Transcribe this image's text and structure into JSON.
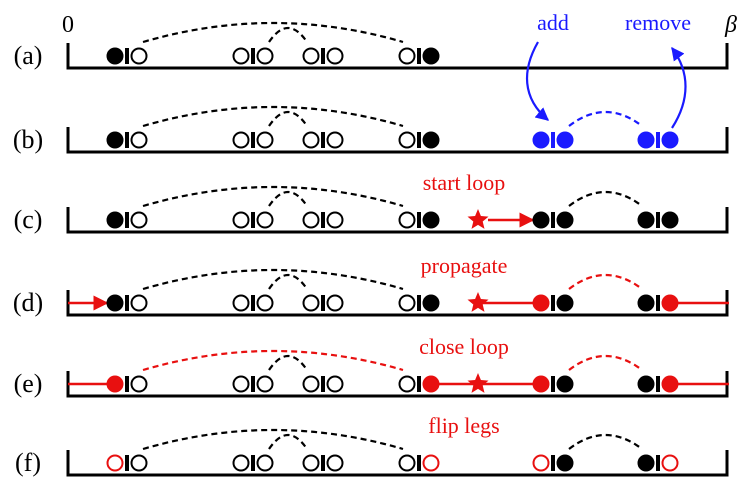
{
  "axis": {
    "start_label": "0",
    "end_label": "β"
  },
  "colors": {
    "black": "#000000",
    "blue": "#1a1aff",
    "red": "#e81010"
  },
  "rows": [
    {
      "label": "(a)",
      "annotations": [
        {
          "text": "add",
          "color": "blue"
        },
        {
          "text": "remove",
          "color": "blue"
        }
      ],
      "vertices": [
        {
          "slot": 1,
          "left": "filled",
          "right": "open",
          "color": "black"
        },
        {
          "slot": 2,
          "left": "open",
          "right": "open",
          "color": "black"
        },
        {
          "slot": 3,
          "left": "open",
          "right": "open",
          "color": "black"
        },
        {
          "slot": 4,
          "left": "open",
          "right": "filled",
          "color": "black"
        }
      ],
      "arcs": [
        {
          "from": 1,
          "to": 4,
          "color": "black"
        },
        {
          "from": 2,
          "to": 3,
          "color": "black"
        }
      ],
      "worm": null
    },
    {
      "label": "(b)",
      "annotations": [],
      "vertices": [
        {
          "slot": 1,
          "left": "filled",
          "right": "open",
          "color": "black"
        },
        {
          "slot": 2,
          "left": "open",
          "right": "open",
          "color": "black"
        },
        {
          "slot": 3,
          "left": "open",
          "right": "open",
          "color": "black"
        },
        {
          "slot": 4,
          "left": "open",
          "right": "filled",
          "color": "black"
        },
        {
          "slot": 5,
          "left": "filled",
          "right": "filled",
          "color": "blue"
        },
        {
          "slot": 6,
          "left": "filled",
          "right": "filled",
          "color": "blue"
        }
      ],
      "arcs": [
        {
          "from": 1,
          "to": 4,
          "color": "black"
        },
        {
          "from": 2,
          "to": 3,
          "color": "black"
        },
        {
          "from": 5,
          "to": 6,
          "color": "blue"
        }
      ],
      "worm": null
    },
    {
      "label": "(c)",
      "annotations": [
        {
          "text": "start loop",
          "color": "red"
        }
      ],
      "vertices": [
        {
          "slot": 1,
          "left": "filled",
          "right": "open",
          "color": "black"
        },
        {
          "slot": 2,
          "left": "open",
          "right": "open",
          "color": "black"
        },
        {
          "slot": 3,
          "left": "open",
          "right": "open",
          "color": "black"
        },
        {
          "slot": 4,
          "left": "open",
          "right": "filled",
          "color": "black"
        },
        {
          "slot": 5,
          "left": "filled",
          "right": "filled",
          "color": "black"
        },
        {
          "slot": 6,
          "left": "filled",
          "right": "filled",
          "color": "black"
        }
      ],
      "arcs": [
        {
          "from": 1,
          "to": 4,
          "color": "black"
        },
        {
          "from": 2,
          "to": 3,
          "color": "black"
        },
        {
          "from": 5,
          "to": 6,
          "color": "black"
        }
      ],
      "worm": "start"
    },
    {
      "label": "(d)",
      "annotations": [
        {
          "text": "propagate",
          "color": "red"
        }
      ],
      "vertices": [
        {
          "slot": 1,
          "left": "filled",
          "right": "open",
          "color": "black"
        },
        {
          "slot": 2,
          "left": "open",
          "right": "open",
          "color": "black"
        },
        {
          "slot": 3,
          "left": "open",
          "right": "open",
          "color": "black"
        },
        {
          "slot": 4,
          "left": "open",
          "right": "filled",
          "color": "black"
        },
        {
          "slot": 5,
          "left": "red-filled",
          "right": "filled",
          "color": "black"
        },
        {
          "slot": 6,
          "left": "filled",
          "right": "red-filled",
          "color": "black"
        }
      ],
      "arcs": [
        {
          "from": 1,
          "to": 4,
          "color": "black"
        },
        {
          "from": 2,
          "to": 3,
          "color": "black"
        },
        {
          "from": 5,
          "to": 6,
          "color": "red"
        }
      ],
      "worm": "propagate"
    },
    {
      "label": "(e)",
      "annotations": [
        {
          "text": "close loop",
          "color": "red"
        }
      ],
      "vertices": [
        {
          "slot": 1,
          "left": "red-filled",
          "right": "open",
          "color": "black"
        },
        {
          "slot": 2,
          "left": "open",
          "right": "open",
          "color": "black"
        },
        {
          "slot": 3,
          "left": "open",
          "right": "open",
          "color": "black"
        },
        {
          "slot": 4,
          "left": "open",
          "right": "red-filled",
          "color": "black"
        },
        {
          "slot": 5,
          "left": "red-filled",
          "right": "filled",
          "color": "black"
        },
        {
          "slot": 6,
          "left": "filled",
          "right": "red-filled",
          "color": "black"
        }
      ],
      "arcs": [
        {
          "from": 1,
          "to": 4,
          "color": "red"
        },
        {
          "from": 2,
          "to": 3,
          "color": "black"
        },
        {
          "from": 5,
          "to": 6,
          "color": "red"
        }
      ],
      "worm": "close"
    },
    {
      "label": "(f)",
      "annotations": [
        {
          "text": "flip legs",
          "color": "red"
        }
      ],
      "vertices": [
        {
          "slot": 1,
          "left": "red-open",
          "right": "open",
          "color": "black"
        },
        {
          "slot": 2,
          "left": "open",
          "right": "open",
          "color": "black"
        },
        {
          "slot": 3,
          "left": "open",
          "right": "open",
          "color": "black"
        },
        {
          "slot": 4,
          "left": "open",
          "right": "red-open",
          "color": "black"
        },
        {
          "slot": 5,
          "left": "red-open",
          "right": "filled",
          "color": "black"
        },
        {
          "slot": 6,
          "left": "filled",
          "right": "red-open",
          "color": "black"
        }
      ],
      "arcs": [
        {
          "from": 1,
          "to": 4,
          "color": "black"
        },
        {
          "from": 2,
          "to": 3,
          "color": "black"
        },
        {
          "from": 5,
          "to": 6,
          "color": "black"
        }
      ],
      "worm": null
    }
  ]
}
